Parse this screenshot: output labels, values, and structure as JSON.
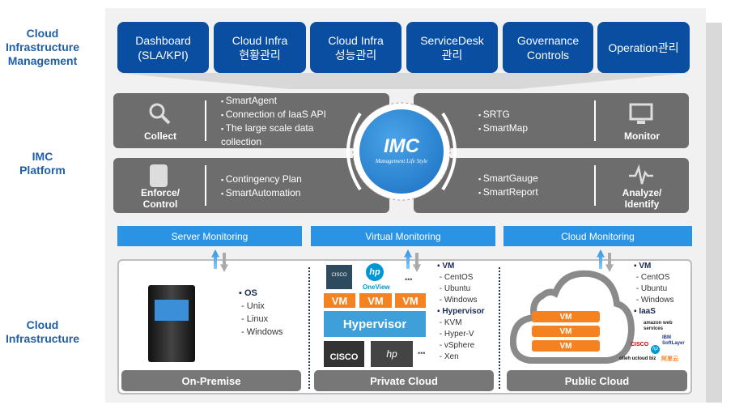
{
  "sections": {
    "management": "Cloud\nInfrastructure\nManagement",
    "platform": "IMC\nPlatform",
    "infra": "Cloud\nInfrastructure"
  },
  "top_buttons": [
    "Dashboard\n(SLA/KPI)",
    "Cloud Infra\n현황관리",
    "Cloud Infra\n성능관리",
    "ServiceDesk\n관리",
    "Governance\nControls",
    "Operation관리"
  ],
  "platform": {
    "collect": {
      "label": "Collect",
      "icon": "magnifier-icon",
      "items": [
        "SmartAgent",
        "Connection of IaaS API",
        "The large scale data collection"
      ]
    },
    "enforce": {
      "label": "Enforce/\nControl",
      "icon": "notebook-icon",
      "items": [
        "Contingency Plan",
        "SmartAutomation"
      ]
    },
    "monitor": {
      "label": "Monitor",
      "icon": "monitor-icon",
      "items": [
        "SRTG",
        "SmartMap"
      ]
    },
    "analyze": {
      "label": "Analyze/\nIdentify",
      "icon": "pulse-icon",
      "items": [
        "SmartGauge",
        "SmartReport"
      ]
    },
    "logo": {
      "text": "IMC",
      "tagline": "Management Life Style"
    }
  },
  "monitoring": [
    "Server Monitoring",
    "Virtual Monitoring",
    "Cloud Monitoring"
  ],
  "on_premise": {
    "label": "On-Premise",
    "heading": "OS",
    "items": [
      "Unix",
      "Linux",
      "Windows"
    ]
  },
  "private_cloud": {
    "label": "Private Cloud",
    "vm_label": "VM",
    "hypervisor_label": "Hypervisor",
    "logos": [
      "CISCO",
      "OneView",
      "hp"
    ],
    "ellipsis": "•••",
    "vm_heading": "VM",
    "vm_items": [
      "CentOS",
      "Ubuntu",
      "Windows"
    ],
    "hv_heading": "Hypervisor",
    "hv_items": [
      "KVM",
      "Hyper-V",
      "vSphere",
      "Xen"
    ]
  },
  "public_cloud": {
    "label": "Public Cloud",
    "vm_label": "VM",
    "vm_heading": "VM",
    "vm_items": [
      "CentOS",
      "Ubuntu",
      "Windows"
    ],
    "iaas_heading": "IaaS",
    "providers": [
      "amazon web services",
      "IBM SoftLayer",
      "CISCO",
      "hp",
      "olleh ucloud biz",
      "阿里云"
    ]
  },
  "colors": {
    "navy": "#0a4ea1",
    "blue": "#2b93e3",
    "gray": "#6d6d6d",
    "orange": "#f58220"
  }
}
